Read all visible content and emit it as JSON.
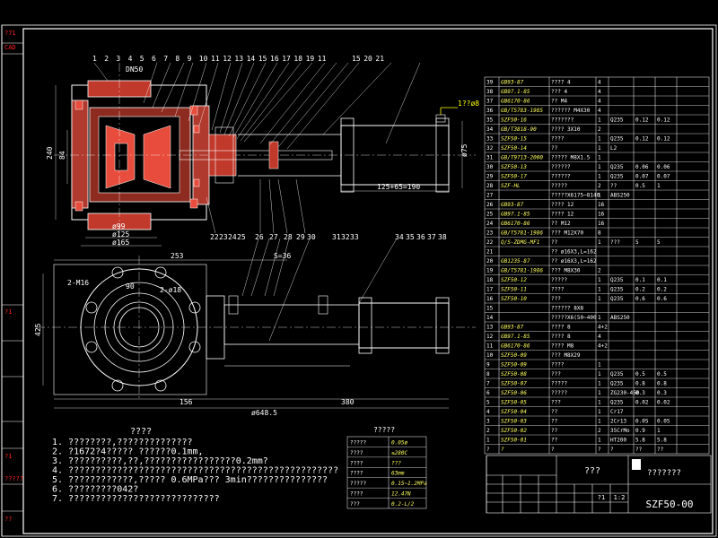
{
  "sidebar": {
    "labels": [
      "?71",
      "CAD",
      "?1",
      "?1",
      "?????",
      "??"
    ]
  },
  "dimensions": {
    "dn": "DN50",
    "h240": "240",
    "h84": "84",
    "d99": "ø99",
    "d125": "ø125",
    "d165": "ø165",
    "stroke": "125+65=190",
    "pos_right": "ø75",
    "len253": "253",
    "s36": "S=36",
    "hole_m16": "2-M16",
    "hole_18": "2-ø18",
    "h425": "425",
    "len156": "156",
    "len380": "380",
    "len6485": "ø648.5",
    "ang90": "90",
    "pipe": "1??ø8"
  },
  "callouts_top": [
    "1",
    "2",
    "3",
    "4",
    "5",
    "6",
    "7",
    "8",
    "9",
    "10",
    "11",
    "12",
    "13",
    "14",
    "15",
    "16",
    "17",
    "18",
    "19",
    "11",
    "15",
    "20",
    "21"
  ],
  "callouts_mid": [
    "22",
    "23",
    "24",
    "25",
    "26",
    "27",
    "28",
    "29",
    "30"
  ],
  "callouts_lower": [
    "31",
    "32",
    "33",
    "34",
    "35",
    "36",
    "37",
    "38"
  ],
  "notes": {
    "title": "????",
    "items": [
      "1. ????????,??????????????",
      "2. ?1672?4????? ??????0.1mm,",
      "3. ??????????,??,?????????????????0.2mm?",
      "4. ??????????????????????????????????????????????????",
      "5. ????????????,?????  0.6MPa???  3min???????????????",
      "6. ?????????042?",
      "7. ????????????????????????????"
    ]
  },
  "params": {
    "title": "?????",
    "rows": [
      [
        "?????",
        "0.05ø"
      ],
      [
        "????",
        "≤280C"
      ],
      [
        "????",
        "???"
      ],
      [
        "????",
        "63mm"
      ],
      [
        "?????",
        "0.15~1.2MPa"
      ],
      [
        "????",
        "12.47N"
      ],
      [
        "???",
        "0.2-L/2"
      ]
    ]
  },
  "bom": [
    [
      "39",
      "GB93-87",
      "???? 4",
      "4",
      "",
      "",
      ""
    ],
    [
      "38",
      "GB97.1-85",
      "??? 4",
      "4",
      "",
      "",
      ""
    ],
    [
      "37",
      "GB6170-86",
      "?? M4",
      "4",
      "",
      "",
      ""
    ],
    [
      "36",
      "GB/T5783-1985",
      "?????? M4X30",
      "4",
      "",
      "",
      ""
    ],
    [
      "35",
      "SZF50-16",
      "???????",
      "1",
      "Q235",
      "0.12",
      "0.12"
    ],
    [
      "34",
      "GB/T3818-90",
      "???? 3X10",
      "2",
      "",
      "",
      ""
    ],
    [
      "33",
      "SZF50-15",
      "????",
      "1",
      "Q235",
      "0.12",
      "0.12"
    ],
    [
      "32",
      "SZF50-14",
      "??",
      "1",
      "L2",
      "",
      ""
    ],
    [
      "31",
      "GB/T9713-2000",
      "????? M8X1.5",
      "1",
      "",
      "",
      ""
    ],
    [
      "30",
      "SZF50-13",
      "??????",
      "1",
      "Q235",
      "0.06",
      "0.06"
    ],
    [
      "29",
      "SZF50-17",
      "??????",
      "1",
      "Q235",
      "0.07",
      "0.07"
    ],
    [
      "28",
      "SZF-HL",
      "?????",
      "2",
      "??",
      "0.5",
      "1"
    ],
    [
      "27",
      "",
      "?????X6175~8140",
      "1",
      "ABS250",
      "",
      ""
    ],
    [
      "26",
      "GB93-87",
      "???? 12",
      "16",
      "",
      "",
      ""
    ],
    [
      "25",
      "GB97.1-85",
      "???? 12",
      "16",
      "",
      "",
      ""
    ],
    [
      "24",
      "GB6170-86",
      "?? M12",
      "16",
      "",
      "",
      ""
    ],
    [
      "23",
      "GB/T5781-1986",
      "??? M12X70",
      "8",
      "",
      "",
      ""
    ],
    [
      "22",
      "Q/S-ZDMG-MF1",
      "??",
      "1",
      "???",
      "5",
      "5"
    ],
    [
      "21",
      "",
      "?? ø16X3,L=162",
      "",
      "",
      "",
      ""
    ],
    [
      "20",
      "GB1235-87",
      "?? ø16X3,L=162",
      "",
      "",
      "",
      ""
    ],
    [
      "19",
      "GB/T5781-1986",
      "??? M8X30",
      "2",
      "",
      "",
      ""
    ],
    [
      "18",
      "SZF50-12",
      "?????",
      "1",
      "Q235",
      "0.1",
      "0.1"
    ],
    [
      "17",
      "SZF50-11",
      "????",
      "1",
      "Q235",
      "0.2",
      "0.2"
    ],
    [
      "16",
      "SZF50-10",
      "???",
      "1",
      "Q235",
      "0.6",
      "0.6"
    ],
    [
      "15",
      "",
      "?????? 8X8",
      "",
      "",
      "",
      ""
    ],
    [
      "14",
      "",
      "?????X6(50~400",
      "1",
      "ABS250",
      "",
      ""
    ],
    [
      "13",
      "GB93-87",
      "???? 8",
      "4+2",
      "",
      "",
      ""
    ],
    [
      "12",
      "GB97.1-85",
      "???? 8",
      "4",
      "",
      "",
      ""
    ],
    [
      "11",
      "GB6170-86",
      "???? M8",
      "4+2",
      "",
      "",
      ""
    ],
    [
      "10",
      "SZF50-09",
      "??? M8X29",
      "",
      "",
      "",
      ""
    ],
    [
      "9",
      "SZF50-09",
      "????",
      "1",
      "",
      "",
      ""
    ],
    [
      "8",
      "SZF50-08",
      "???",
      "1",
      "Q235",
      "0.5",
      "0.5"
    ],
    [
      "7",
      "SZF50-07",
      "?????",
      "1",
      "Q235",
      "0.8",
      "0.8"
    ],
    [
      "6",
      "SZF50-06",
      "?????",
      "1",
      "ZG230-450",
      "0.3",
      "0.3"
    ],
    [
      "5",
      "SZF50-05",
      "???",
      "1",
      "Q235",
      "0.02",
      "0.02"
    ],
    [
      "4",
      "SZF50-04",
      "??",
      "1",
      "Cr17",
      "",
      ""
    ],
    [
      "3",
      "SZF50-03",
      "??",
      "1",
      "2Cr13",
      "0.05",
      "0.05"
    ],
    [
      "2",
      "SZF50-02",
      "??",
      "2",
      "35CrMo",
      "0.9",
      "1"
    ],
    [
      "1",
      "SZF50-01",
      "??",
      "1",
      "HT200",
      "5.8",
      "5.8"
    ],
    [
      "?",
      "?",
      "?",
      "?",
      "?",
      "??",
      "??"
    ]
  ],
  "title_block": {
    "part_name": "???",
    "company": "???????",
    "drawing_no": "SZF50-00",
    "scale": "1:2",
    "sheet": "?1"
  }
}
